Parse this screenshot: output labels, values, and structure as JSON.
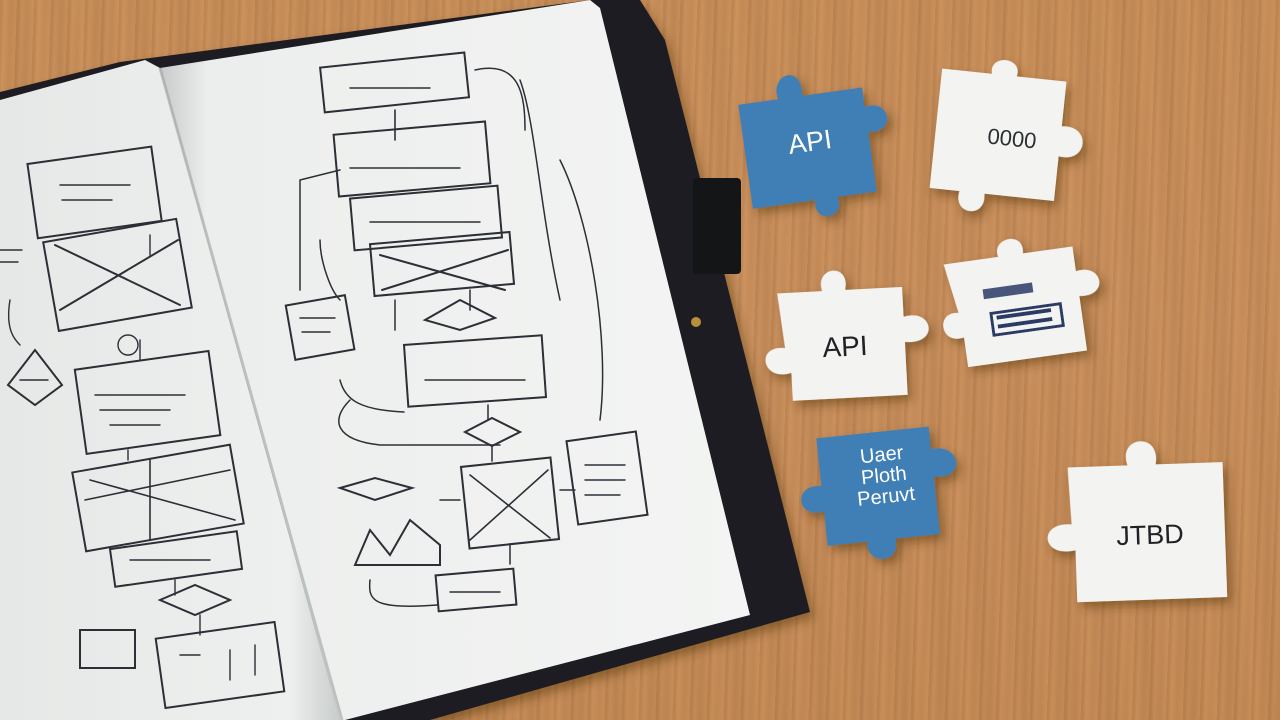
{
  "colors": {
    "desk": "#c98f5c",
    "notebook_cover": "#1e1f21",
    "paper": "#eef0ef",
    "ink": "#2c2f36",
    "blue_piece": "#3f7fb5",
    "white_piece": "#f3f4f2"
  },
  "puzzle_pieces": [
    {
      "name": "api-blue-piece",
      "label": "API",
      "color": "blue"
    },
    {
      "name": "code-white-piece",
      "label": "0000",
      "color": "white"
    },
    {
      "name": "api-white-piece",
      "label": "API",
      "color": "white"
    },
    {
      "name": "smudged-white-piece",
      "label": "",
      "color": "white"
    },
    {
      "name": "user-blue-piece",
      "label": "Uaer\nPloth\nPeruvt",
      "color": "blue"
    },
    {
      "name": "jtbd-white-piece",
      "label": "JTBD",
      "color": "white"
    }
  ]
}
